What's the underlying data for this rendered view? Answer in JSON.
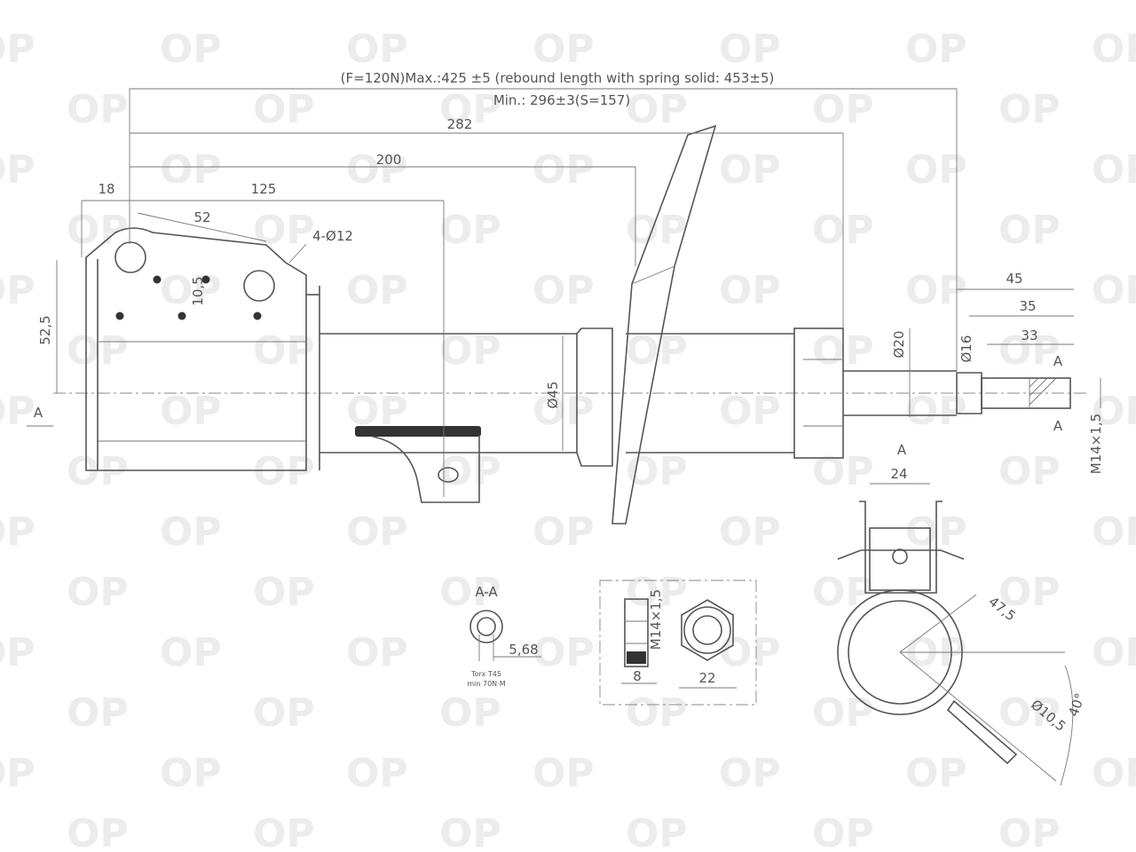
{
  "watermark": "OP",
  "dims": {
    "header_line1": "(F=120N)Max.:425 ±5 (rebound length with spring solid: 453±5)",
    "header_line2": "Min.: 296±3(S=157)",
    "d282": "282",
    "d200": "200",
    "d125": "125",
    "d18": "18",
    "d52": "52",
    "holes": "4-Ø12",
    "d10_5": "10,5",
    "d52_5": "52,5",
    "d45dia": "Ø45",
    "d20dia": "Ø20",
    "d16dia": "Ø16",
    "thread": "M14×1,5",
    "d45": "45",
    "d35": "35",
    "d33": "33",
    "sectA": "A",
    "viewA": "A",
    "d24": "24",
    "d47_5": "47,5",
    "d10_5dia": "Ø10,5",
    "d40deg": "40°",
    "sectAA": "A-A",
    "d5_68": "5,68",
    "torx": "Torx T45",
    "torque": "min 70N·M",
    "nut_thread": "M14×1,5",
    "d8": "8",
    "d22": "22"
  }
}
